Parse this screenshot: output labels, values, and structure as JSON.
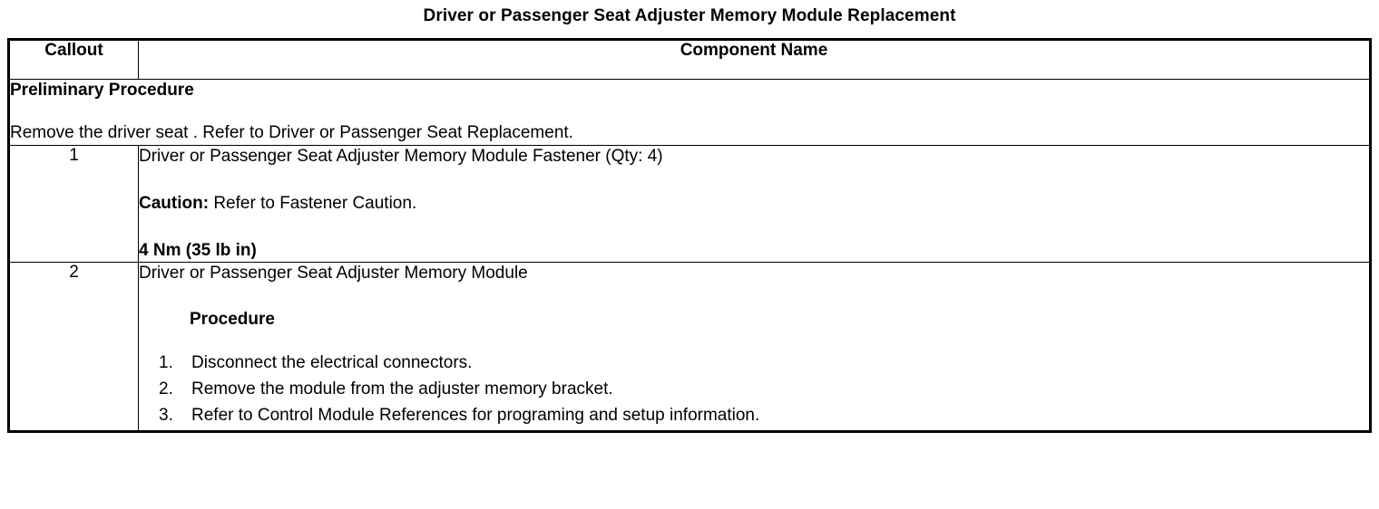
{
  "document": {
    "title": "Driver or Passenger Seat Adjuster Memory Module Replacement"
  },
  "table": {
    "headers": {
      "callout": "Callout",
      "component_name": "Component Name"
    },
    "preliminary": {
      "heading": "Preliminary Procedure",
      "text": "Remove the driver seat . Refer to Driver or Passenger Seat Replacement."
    },
    "rows": [
      {
        "callout": "1",
        "component": "Driver or Passenger Seat Adjuster Memory Module Fastener (Qty: 4)",
        "caution_label": "Caution:",
        "caution_text": "Refer to Fastener Caution.",
        "torque": "4 Nm (35 lb in)"
      },
      {
        "callout": "2",
        "component": "Driver or Passenger Seat Adjuster Memory Module",
        "procedure_heading": "Procedure",
        "steps": [
          {
            "number": "1.",
            "text": "Disconnect the electrical connectors."
          },
          {
            "number": "2.",
            "text": "Remove the module from the adjuster memory bracket."
          },
          {
            "number": "3.",
            "text": "Refer to Control Module References for programing and setup information."
          }
        ]
      }
    ]
  },
  "colors": {
    "background": "#ffffff",
    "text": "#000000",
    "border": "#000000"
  }
}
